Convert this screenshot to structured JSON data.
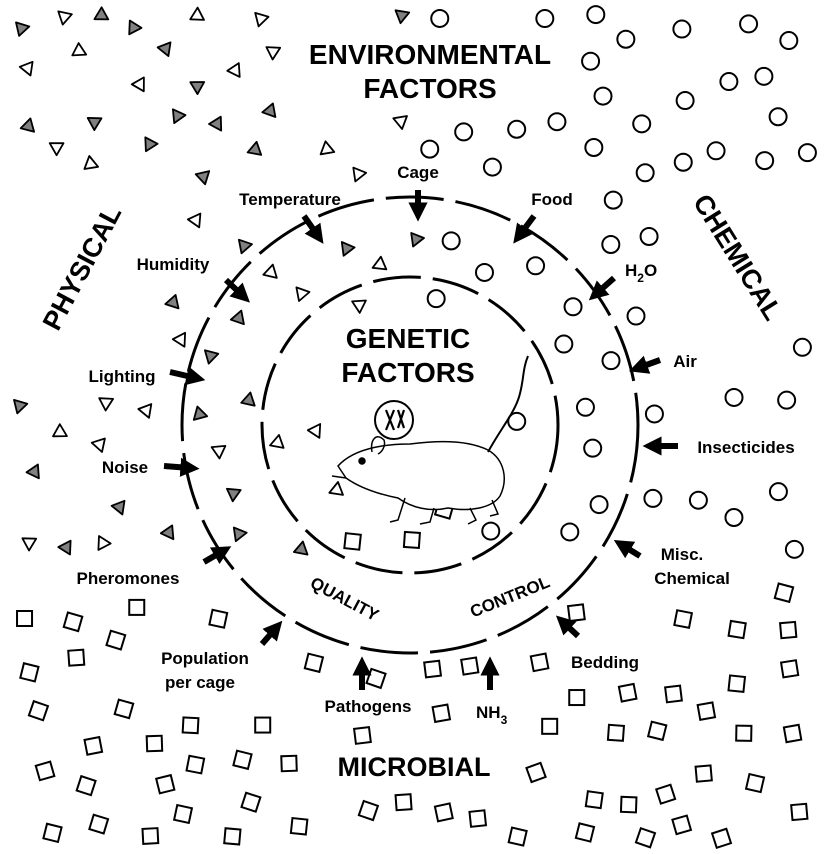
{
  "title": [
    "ENVIRONMENTAL",
    "FACTORS"
  ],
  "center_title": [
    "GENETIC",
    "FACTORS"
  ],
  "regions": {
    "physical": "PHYSICAL",
    "chemical": "CHEMICAL",
    "microbial": "MICROBIAL"
  },
  "quality_control": {
    "left": "QUALITY",
    "right": "CONTROL"
  },
  "factors": {
    "cage": "Cage",
    "temperature": "Temperature",
    "food": "Food",
    "humidity": "Humidity",
    "h2o": "H",
    "h2o_sub": "2",
    "h2o_tail": "O",
    "air": "Air",
    "lighting": "Lighting",
    "insecticides": "Insecticides",
    "noise": "Noise",
    "misc_chemical": [
      "Misc.",
      "Chemical"
    ],
    "pheromones": "Pheromones",
    "bedding": "Bedding",
    "population": [
      "Population",
      "per cage"
    ],
    "pathogens": "Pathogens",
    "nh3": "NH",
    "nh3_sub": "3"
  },
  "colors": {
    "ink": "#000000",
    "triangle_fill": "#808080",
    "paper": "#ffffff"
  },
  "shape_icons": {
    "physical": "triangle-icon",
    "chemical": "circle-icon",
    "microbial": "square-icon"
  }
}
